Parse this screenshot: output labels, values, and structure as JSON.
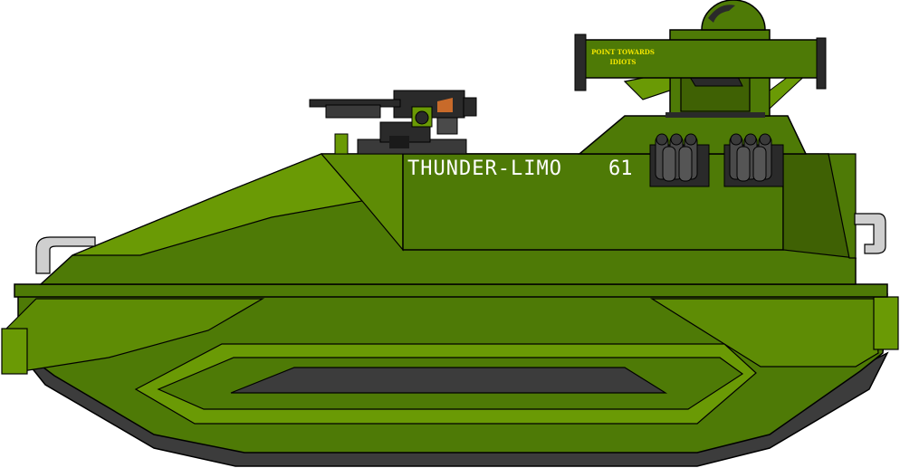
{
  "vehicle": {
    "hull_name": "THUNDER-LIMO",
    "hull_number": "61",
    "launcher_text_line1": "POINT TOWARDS",
    "launcher_text_line2": "IDIOTS"
  },
  "colors": {
    "hull_main": "#4e7a06",
    "hull_light": "#6a9a05",
    "hull_dark": "#3f6104",
    "skirt_dark": "#3c3c3c",
    "turret_dark": "#2a2a2a",
    "accent_grey": "#cfcfcf"
  },
  "icons": [
    "machine-gun-icon",
    "missile-launcher-icon",
    "smoke-grenade-icon",
    "tow-hook-icon",
    "periscope-dome-icon"
  ]
}
